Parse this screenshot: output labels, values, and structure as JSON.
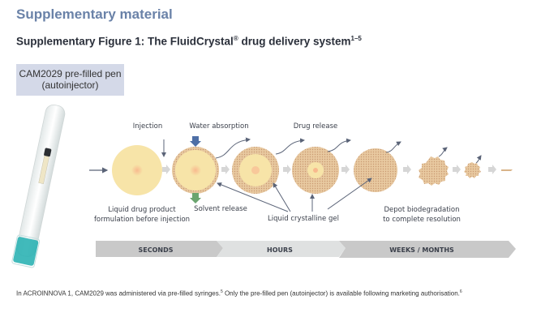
{
  "header": {
    "section_title": "Supplementary material",
    "figure_title": "Supplementary Figure 1: The FluidCrystal",
    "figure_title_reg": "®",
    "figure_title_rest": " drug delivery system",
    "figure_title_refs": "1–5"
  },
  "pen": {
    "label_line1": "CAM2029 pre-filled pen",
    "label_line2": "(autoinjector)"
  },
  "diagram": {
    "labels": {
      "injection": "Injection",
      "water_absorption": "Water absorption",
      "drug_release": "Drug release",
      "liquid_drug_line1": "Liquid drug product",
      "liquid_drug_line2": "formulation before injection",
      "solvent_release": "Solvent release",
      "liquid_crystalline_gel": "Liquid crystalline gel",
      "depot_line1": "Depot biodegradation",
      "depot_line2": "to complete resolution"
    },
    "colors": {
      "liquid": "#f7e4a8",
      "gel": "#e6c49a",
      "core": "#f6c8a0",
      "water_arrow": "#4e6fa6",
      "solvent_arrow": "#6ba56f",
      "arrow": "#5b6478",
      "step_arrow": "#d6d6d6"
    }
  },
  "timeline": {
    "segments": [
      "SECONDS",
      "HOURS",
      "WEEKS / MONTHS"
    ]
  },
  "footnote": {
    "text1": "In ACROINNOVA 1, CAM2029 was administered via pre-filled syringes.",
    "ref1": "5",
    "text2": " Only the pre-filled pen (autoinjector) is available following marketing authorisation.",
    "ref2": "6"
  }
}
